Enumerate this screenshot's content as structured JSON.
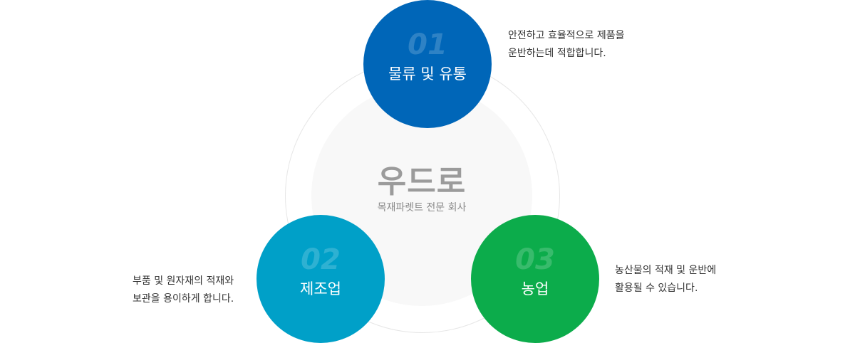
{
  "center": {
    "title": "우드로",
    "subtitle": "목재파렛트 전문 회사"
  },
  "colors": {
    "logistics": "#0066b8",
    "manufacturing": "#00a0c8",
    "agriculture": "#0cac4b"
  },
  "items": [
    {
      "number": "01",
      "label": "물류 및 유통",
      "description": [
        "안전하고 효율적으로 제품을",
        "운반하는데 적합합니다."
      ]
    },
    {
      "number": "02",
      "label": "제조업",
      "description": [
        "부품 및 원자재의 적재와",
        "보관을 용이하게 합니다."
      ]
    },
    {
      "number": "03",
      "label": "농업",
      "description": [
        "농산물의 적재 및 운반에",
        "활용될 수 있습니다."
      ]
    }
  ]
}
